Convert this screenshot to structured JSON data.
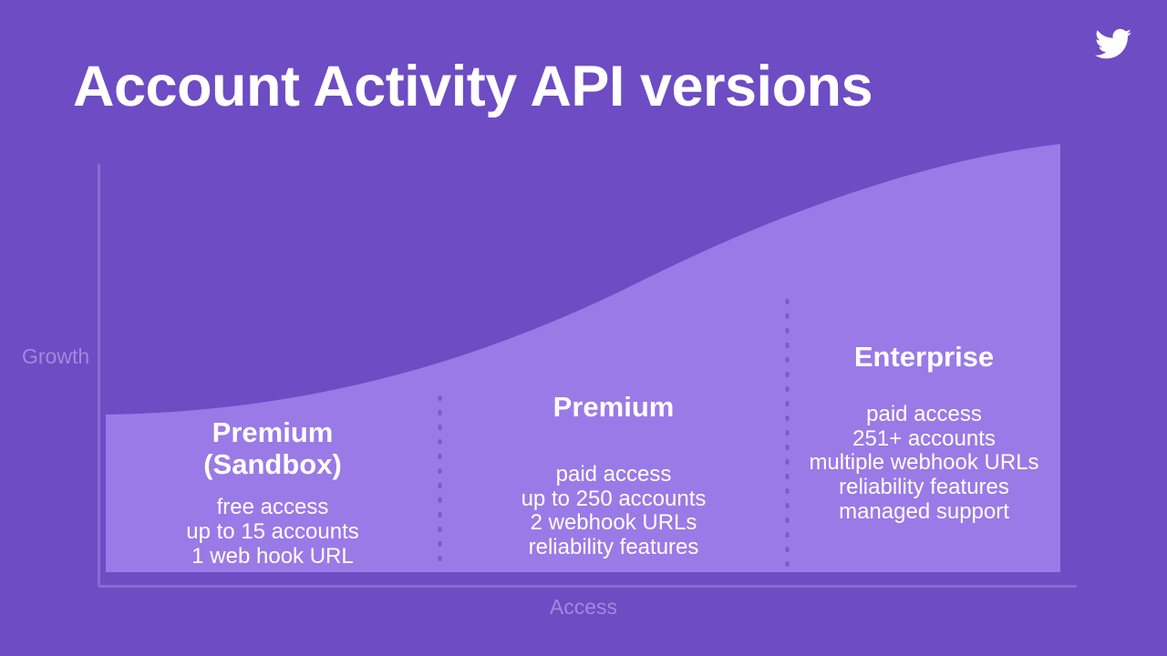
{
  "slide": {
    "title": "Account Activity API versions",
    "background_color": "#6d4cc4",
    "band_color": "#9a7ae6",
    "text_color": "#ffffff",
    "axis_label_color": "#a289dc"
  },
  "logo": {
    "name": "twitter-bird-icon",
    "color": "#ffffff"
  },
  "chart_data": {
    "type": "area",
    "title": "Account Activity API versions",
    "xlabel": "Access",
    "ylabel": "Growth",
    "grid": false,
    "legend": "none",
    "axis_lines": [
      "y-left",
      "x-bottom"
    ],
    "curve_description": "smooth exponential growth curve rising left to right",
    "curve_points": [
      {
        "x": 0.0,
        "y": 0.1
      },
      {
        "x": 0.25,
        "y": 0.16
      },
      {
        "x": 0.5,
        "y": 0.33
      },
      {
        "x": 0.75,
        "y": 0.58
      },
      {
        "x": 1.0,
        "y": 1.0
      }
    ],
    "dividers": [
      0.35,
      0.72
    ],
    "categories": [
      "Premium (Sandbox)",
      "Premium",
      "Enterprise"
    ],
    "values": [
      15,
      250,
      251
    ]
  },
  "tiers": [
    {
      "name_lines": [
        "Premium",
        "(Sandbox)"
      ],
      "features": [
        "free access",
        "up to 15 accounts",
        "1 web hook URL"
      ]
    },
    {
      "name_lines": [
        "Premium"
      ],
      "features": [
        "paid access",
        "up to 250 accounts",
        "2 webhook URLs",
        "reliability features"
      ]
    },
    {
      "name_lines": [
        "Enterprise"
      ],
      "features": [
        "paid access",
        "251+ accounts",
        "multiple webhook URLs",
        "reliability features",
        "managed support"
      ]
    }
  ]
}
